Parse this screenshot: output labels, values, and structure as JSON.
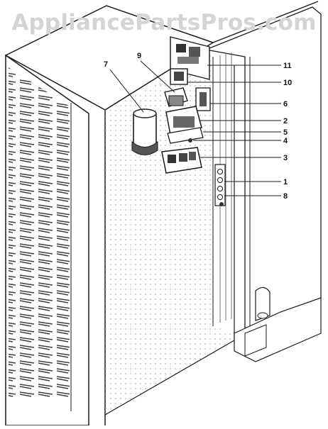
{
  "watermark": "AppliancePartsPros.com",
  "callouts": [
    {
      "id": "7",
      "label": "7"
    },
    {
      "id": "9",
      "label": "9"
    },
    {
      "id": "11",
      "label": "11"
    },
    {
      "id": "10",
      "label": "10"
    },
    {
      "id": "6",
      "label": "6"
    },
    {
      "id": "2",
      "label": "2"
    },
    {
      "id": "5",
      "label": "5"
    },
    {
      "id": "4",
      "label": "4"
    },
    {
      "id": "3",
      "label": "3"
    },
    {
      "id": "1",
      "label": "1"
    },
    {
      "id": "8",
      "label": "8"
    }
  ],
  "colors": {
    "line": "#1a1a1a",
    "watermark": "#d4d4d4",
    "dots": "#b8b8b8"
  }
}
